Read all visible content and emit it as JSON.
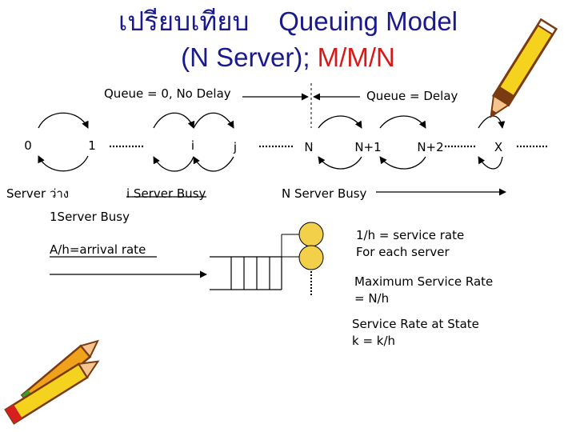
{
  "title": {
    "line1_thai": "เปรียบเทียบ",
    "line1_en": "Queuing Model",
    "line2_prefix": "(N Server); ",
    "line2_highlight": "M/M/N"
  },
  "regions": {
    "no_delay": "Queue = 0, No Delay",
    "delay": "Queue = Delay"
  },
  "states": [
    "0",
    "1",
    "i",
    "j",
    "N",
    "N+1",
    "N+2",
    "X"
  ],
  "annotations": {
    "server_idle": "Server ว่าง",
    "i_busy": "i Server Busy",
    "one_busy": "1Server Busy",
    "n_busy": "N Server Busy"
  },
  "queue_model": {
    "arrival": "A/h=arrival rate",
    "service_rate_line1": "1/h = service rate",
    "service_rate_line2": "For each server",
    "max_rate_line1": "Maximum Service Rate",
    "max_rate_line2": "= N/h",
    "state_rate_line1": "Service Rate at State",
    "state_rate_line2": "k = k/h"
  },
  "colors": {
    "title": "#1a1a8c",
    "highlight": "#d61a1a",
    "server_fill": "#f2d04a",
    "line": "#000000"
  },
  "icons": [
    "pencil-icon",
    "pencils-icon"
  ]
}
